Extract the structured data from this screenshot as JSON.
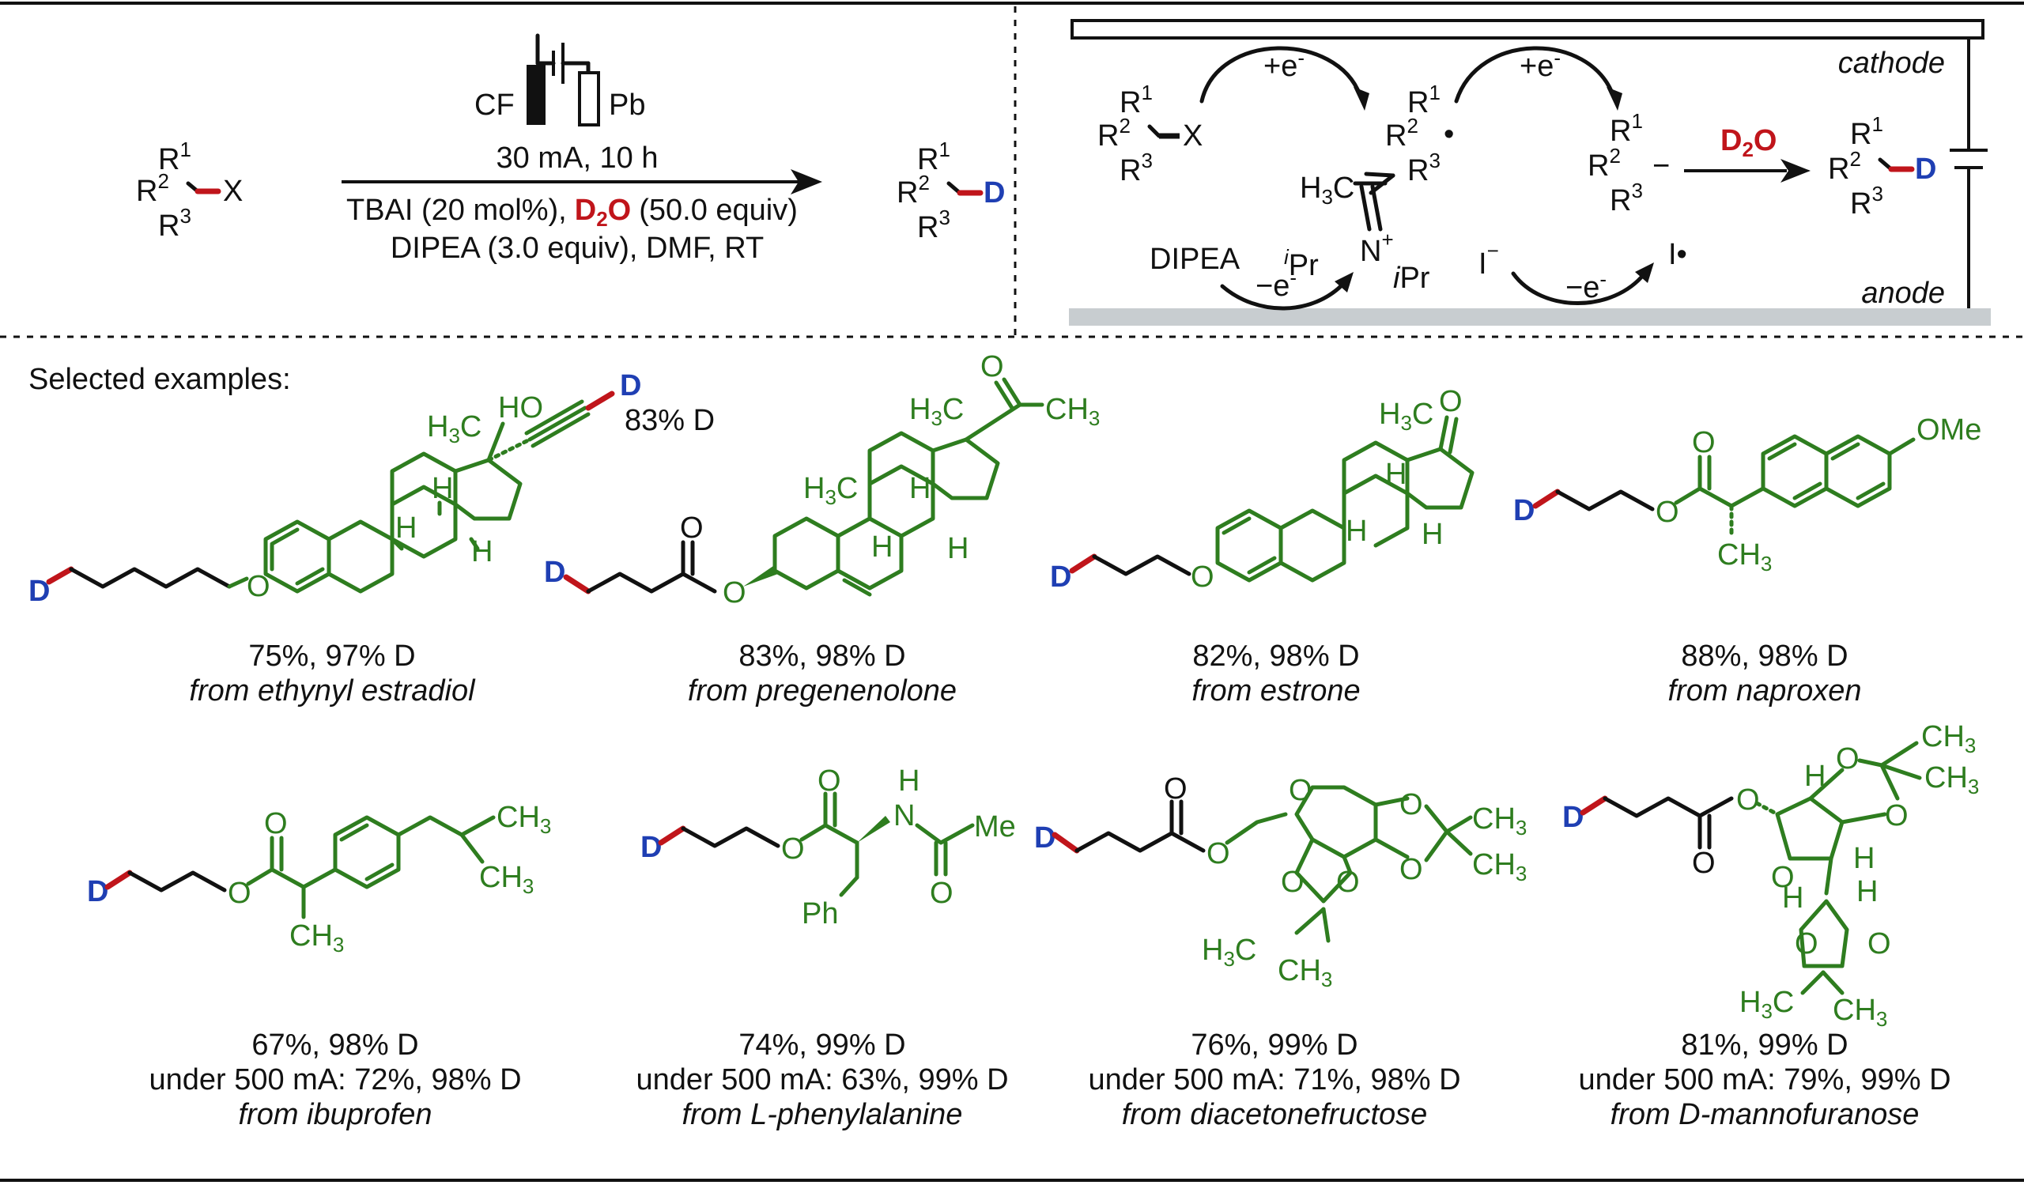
{
  "reaction": {
    "cond_cf": "CF",
    "cond_pb": "Pb",
    "cond_current": "30 mA, 10 h",
    "cond_tbai": "TBAI (20 mol%),",
    "cond_d2o_D": "D",
    "cond_d2o_2": "2",
    "cond_d2o_O": "O",
    "cond_d2o_equiv": "(50.0 equiv)",
    "cond_dipea": "DIPEA (3.0 equiv), DMF, RT",
    "substrate": {
      "R": "R",
      "one": "1",
      "two": "2",
      "three": "3",
      "X": "X"
    },
    "product": {
      "D": "D"
    }
  },
  "mechanism": {
    "cathode": "cathode",
    "anode": "anode",
    "e_plus_1": "+e",
    "e_plus_2": "+e",
    "e_minus": "−",
    "d2o_D": "D",
    "d2o_2": "2",
    "d2o_O": "O",
    "dipea": "DIPEA",
    "minus_e1": "−e",
    "minus_e2": "−e",
    "iodide": "I",
    "iodide_minus": "−",
    "iodine_radical": "I•",
    "h3c": "H",
    "h3c_3": "3",
    "h3c_c": "C",
    "n_plus": "N",
    "plus": "+",
    "ipr_left_i": "i",
    "ipr_left": "Pr",
    "ipr_right_i": "i",
    "ipr_right": "Pr",
    "X": "X",
    "radical_dot": "•",
    "anion_minus": "−",
    "product_D": "D"
  },
  "examples_title": "Selected examples:",
  "examples": [
    {
      "yield": "75%, 97% D",
      "source": "from ethynyl estradiol",
      "extra_label": "83% D"
    },
    {
      "yield": "83%, 98% D",
      "source": "from pregenenolone"
    },
    {
      "yield": "82%, 98% D",
      "source": "from estrone"
    },
    {
      "yield": "88%, 98% D",
      "source": "from naproxen"
    },
    {
      "yield": "67%, 98% D",
      "alt": "under 500 mA: 72%, 98% D",
      "source": "from ibuprofen"
    },
    {
      "yield": "74%, 99% D",
      "alt": "under 500 mA: 63%, 99% D",
      "source": "from L-phenylalanine"
    },
    {
      "yield": "76%, 99% D",
      "alt": "under 500 mA: 71%, 98% D",
      "source": "from diacetonefructose"
    },
    {
      "yield": "81%, 99% D",
      "alt": "under 500 mA: 79%, 99% D",
      "source": "from D-mannofuranose"
    }
  ],
  "atoms": {
    "D": "D",
    "O": "O",
    "H": "H",
    "HO": "HO",
    "CH3": "CH",
    "H3C": "H",
    "sub3": "3",
    "OMe": "OMe",
    "Me": "Me",
    "Ph": "Ph",
    "N": "N",
    "H_nh": "H"
  },
  "colors": {
    "substrate": "#2e7d1f",
    "deuterium": "#1f3fb3",
    "bond_red": "#c0151b",
    "anode": "#c8cdd0"
  }
}
